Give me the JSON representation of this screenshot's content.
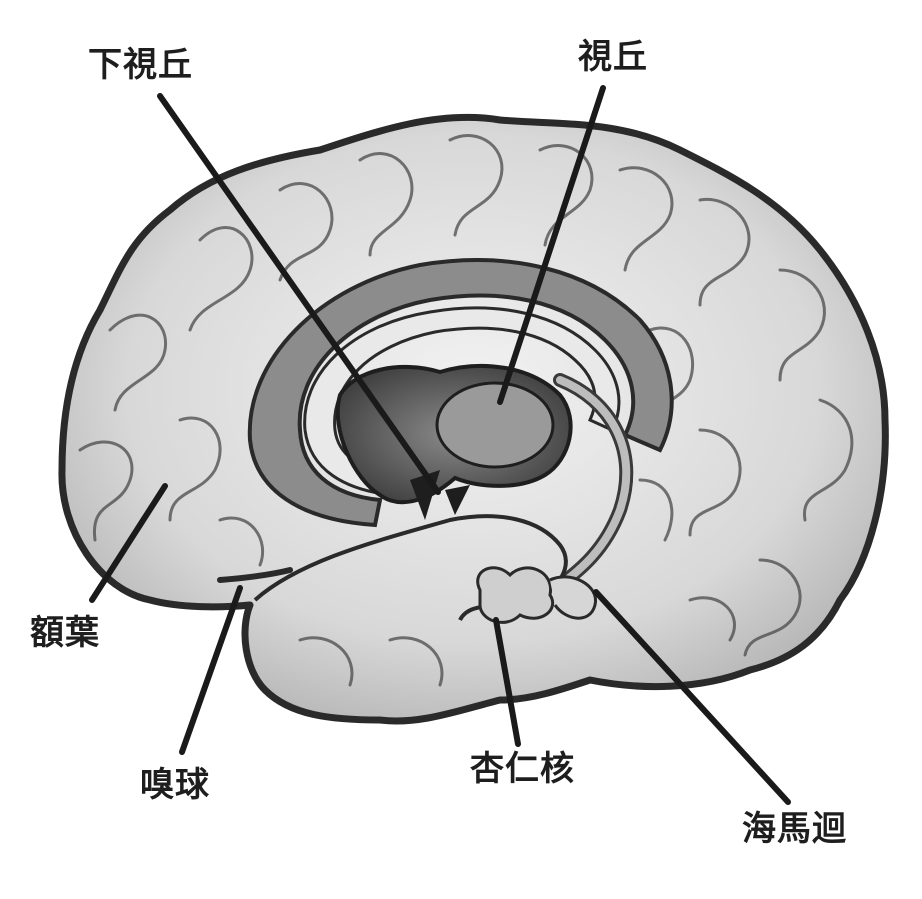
{
  "labels": {
    "hypothalamus": "下視丘",
    "thalamus": "視丘",
    "frontal_lobe": "額葉",
    "olfactory_bulb": "嗅球",
    "amygdala": "杏仁核",
    "hippocampus": "海馬迴"
  },
  "colors": {
    "line": "#1a1a1a",
    "outline": "#2a2a2a",
    "cortex_shade": "#bdbdbd",
    "limbic_ring": "#7f7f7f",
    "thalamus_fill": "#555555",
    "background": "#ffffff"
  }
}
